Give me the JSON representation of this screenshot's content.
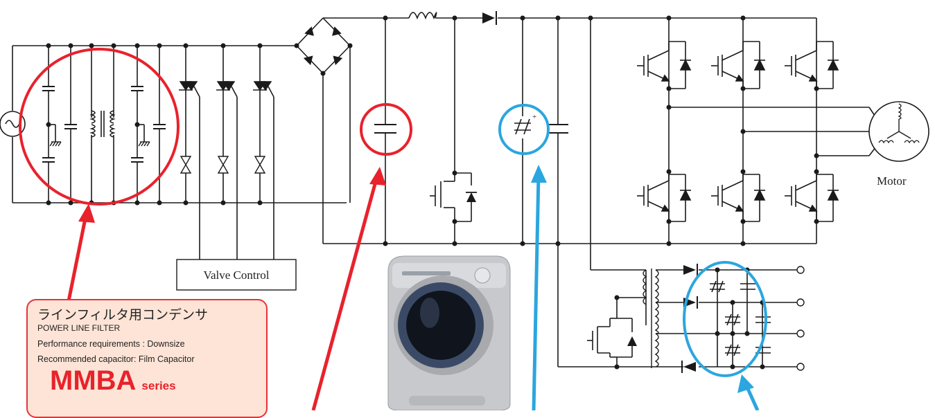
{
  "labels": {
    "valve_control": "Valve Control",
    "motor": "Motor"
  },
  "callout": {
    "title_jp": "ラインフィルタ用コンデンサ",
    "title_en": "POWER LINE FILTER",
    "requirement": "Performance requirements : Downsize",
    "recommended": "Recommended capacitor: Film Capacitor",
    "series_name": "MMBA",
    "series_suffix": "series"
  },
  "colors": {
    "wire": "#1a1a1a",
    "red_highlight": "#e8222c",
    "blue_highlight": "#2ba6de",
    "callout_fill": "#fde4d6"
  }
}
